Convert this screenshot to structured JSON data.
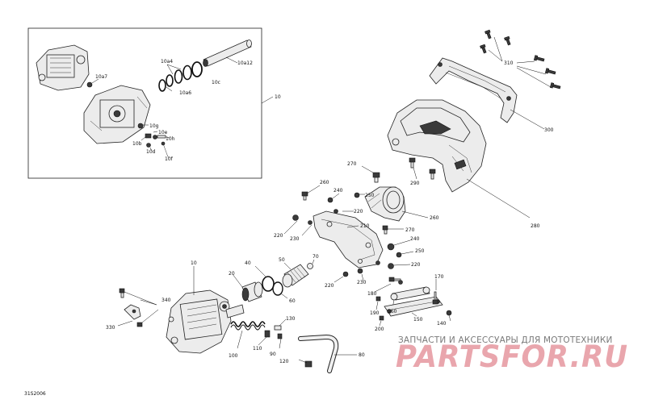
{
  "diagram_id": "31S2006",
  "watermark": {
    "tagline": "ЗАПЧАСТИ И АКСЕССУАРЫ ДЛЯ МОТОТЕХНИКИ",
    "logo": "PARTSFOR.RU"
  },
  "inset_labels": {
    "l10a7": "10a7",
    "l10a4": "10a4",
    "l10a6": "10a6",
    "l10c": "10c",
    "l10a12": "10a12",
    "l10g": "10g",
    "l10e": "10e",
    "l10h": "10h",
    "l10b": "10b",
    "l10d": "10d",
    "l10f": "10f",
    "l10_callout": "10"
  },
  "labels": {
    "l310": "310",
    "l300": "300",
    "l270a": "270",
    "l290": "290",
    "l260": "260",
    "l240a": "240",
    "l250": "250",
    "l260b": "260",
    "l220a": "220",
    "l210": "210",
    "l220b": "220",
    "l230": "230",
    "l280": "280",
    "l270b": "270",
    "l240b": "240",
    "l250b": "250",
    "l220c": "220",
    "l220d": "220",
    "l70": "70",
    "l50": "50",
    "l40": "40",
    "l20": "20",
    "l60": "60",
    "l10b": "10",
    "l230b": "230",
    "l180": "180",
    "l170": "170",
    "l160": "160",
    "l190": "190",
    "l150": "150",
    "l140": "140",
    "l200": "200",
    "l340": "340",
    "l330": "330",
    "l130": "130",
    "l100": "100",
    "l110": "110",
    "l90": "90",
    "l120": "120",
    "l80": "80"
  }
}
